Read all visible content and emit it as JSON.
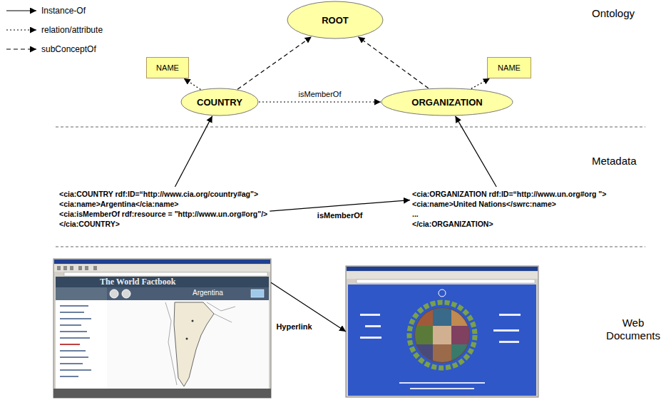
{
  "diagram": {
    "nodes": [
      {
        "text": [
          "ROOT"
        ]
      },
      {
        "text": [
          "NAME"
        ]
      },
      {
        "text": [
          "NAME"
        ]
      },
      {
        "text": [
          "COUNTRY"
        ]
      },
      {
        "text": [
          "ORGANIZATION"
        ]
      },
      {
        "text": [
          "<cia:COUNTRY rdf:ID=“http://www.cia.org/country#ag\">",
          "<cia:name>Argentina</cia:name>",
          "<cia:isMemberOf rdf:resource = \"http://www.un.org#org\"/>",
          "</cia:COUNTRY>"
        ]
      },
      {
        "text": [
          "<cia:ORGANIZATION rdf:ID=“http://www.un.org#org \">",
          "<cia:name>United Nations</swrc:name>",
          "...",
          "</cia:ORGANIZATION>"
        ]
      },
      {
        "text": [
          "The World Factbook",
          "Argentina"
        ]
      },
      {
        "text": []
      }
    ],
    "edges": [
      {
        "from": 3,
        "to": 0,
        "arrow": "to"
      },
      {
        "from": 4,
        "to": 0,
        "arrow": "to"
      },
      {
        "from": 3,
        "to": 1,
        "arrow": "to"
      },
      {
        "from": 4,
        "to": 2,
        "arrow": "to"
      },
      {
        "from": 3,
        "to": 4,
        "arrow": "to",
        "label": "isMemberOf"
      },
      {
        "from": 5,
        "to": 3,
        "arrow": "to"
      },
      {
        "from": 6,
        "to": 4,
        "arrow": "to"
      },
      {
        "from": 5,
        "to": 6,
        "arrow": "to",
        "label": "isMemberOf"
      },
      {
        "from": 7,
        "to": 8,
        "arrow": "to",
        "label": "Hyperlink"
      }
    ],
    "labels": [
      "Ontology",
      "Metadata",
      "Web Documents"
    ],
    "legend": [
      {
        "text": "Instance-Of"
      },
      {
        "text": "relation/attribute"
      },
      {
        "text": "subConceptOf"
      }
    ]
  }
}
